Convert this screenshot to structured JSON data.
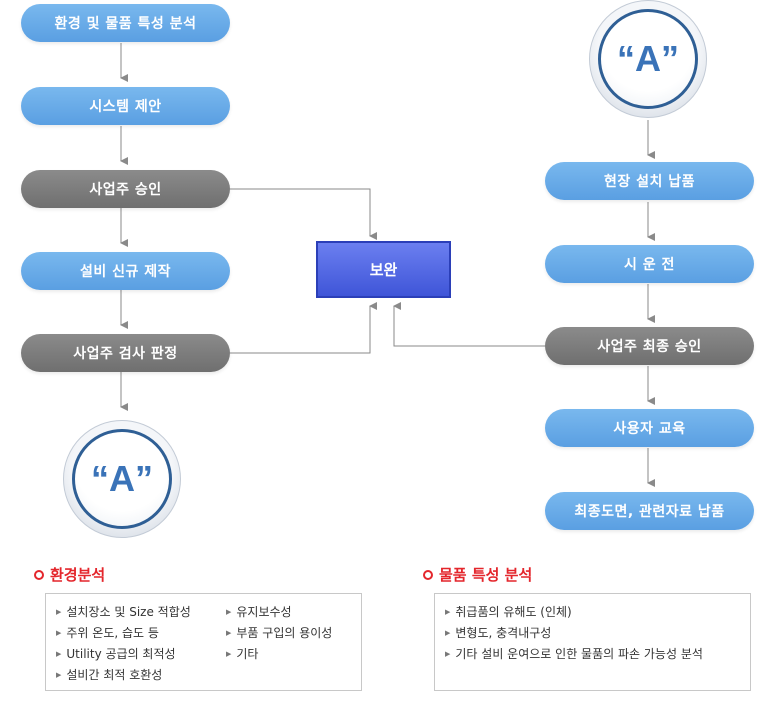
{
  "left_flow": [
    {
      "label": "환경 및 물품 특성 분석",
      "style": "blue"
    },
    {
      "label": "시스템 제안",
      "style": "blue"
    },
    {
      "label": "사업주 승인",
      "style": "gray"
    },
    {
      "label": "설비 신규 제작",
      "style": "blue"
    },
    {
      "label": "사업주 검사 판정",
      "style": "gray"
    }
  ],
  "right_flow": [
    {
      "label": "현장 설치 납품",
      "style": "blue"
    },
    {
      "label": "시 운 전",
      "style": "blue"
    },
    {
      "label": "사업주 최종 승인",
      "style": "gray"
    },
    {
      "label": "사용자 교육",
      "style": "blue"
    },
    {
      "label": "최종도면, 관련자료 납품",
      "style": "blue"
    }
  ],
  "center_box": {
    "label": "보완"
  },
  "circle_left": {
    "label": "“A”"
  },
  "circle_right": {
    "label": "“A”"
  },
  "env_section": {
    "title": "환경분석",
    "col1": [
      "설치장소 및 Size 적합성",
      "주위 온도, 습도 등",
      "Utility 공급의 최적성",
      "설비간 최적 호환성"
    ],
    "col2": [
      "유지보수성",
      "부품 구입의 용이성",
      "기타"
    ]
  },
  "goods_section": {
    "title": "물품 특성 분석",
    "items": [
      "취급품의 유해도 (인체)",
      "변형도, 충격내구성",
      "기타 설비 운여으로 인한 물품의 파손 가능성 분석"
    ]
  },
  "colors": {
    "blue_pill": "#6aaae8",
    "gray_pill": "#7d7d7d",
    "center_box": "#4a5fe0",
    "section_title": "#e4262c",
    "arrow": "#8a8a8a"
  }
}
